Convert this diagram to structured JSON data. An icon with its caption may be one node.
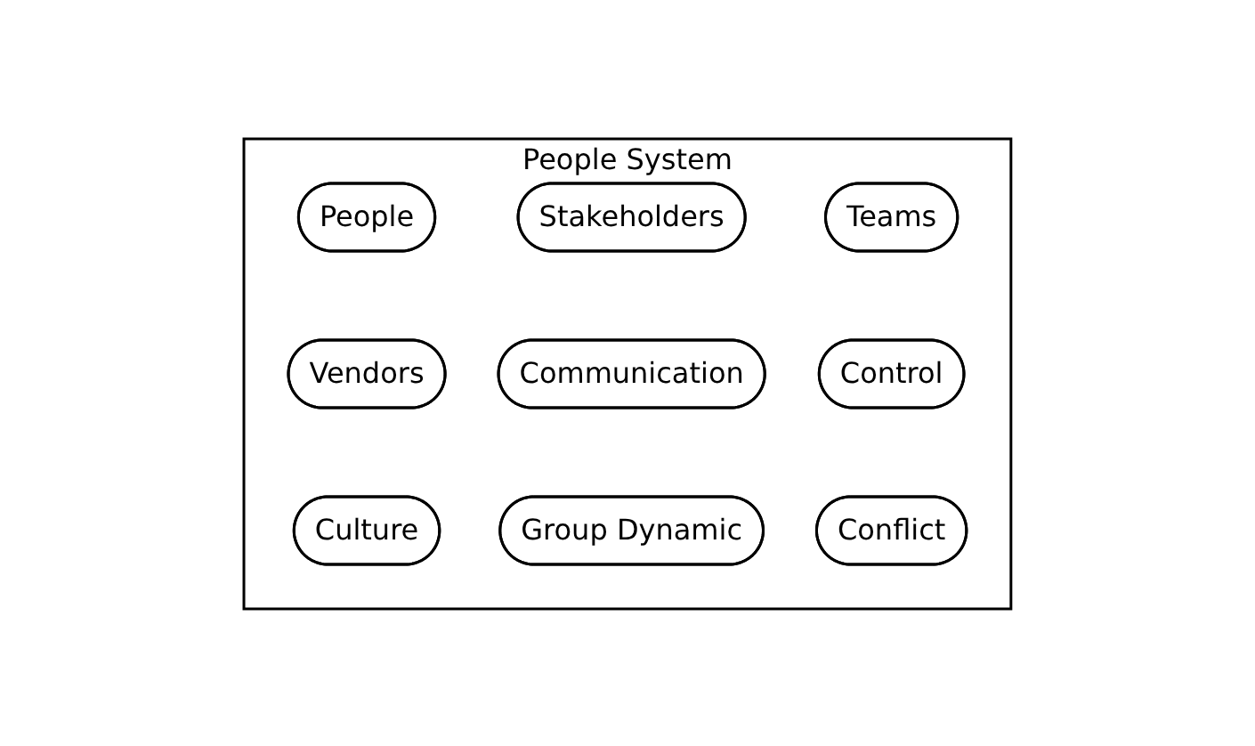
{
  "diagram": {
    "nodes": [
      {
        "text": [
          "People System"
        ]
      },
      {
        "text": [
          "People"
        ],
        "in": 0
      },
      {
        "text": [
          "Stakeholders"
        ],
        "in": 0
      },
      {
        "text": [
          "Teams"
        ],
        "in": 0
      },
      {
        "text": [
          "Vendors"
        ],
        "in": 0
      },
      {
        "text": [
          "Communication"
        ],
        "in": 0
      },
      {
        "text": [
          "Control"
        ],
        "in": 0
      },
      {
        "text": [
          "Culture"
        ],
        "in": 0
      },
      {
        "text": [
          "Group Dynamic"
        ],
        "in": 0
      },
      {
        "text": [
          "Conflict"
        ],
        "in": 0
      }
    ],
    "edges": []
  }
}
